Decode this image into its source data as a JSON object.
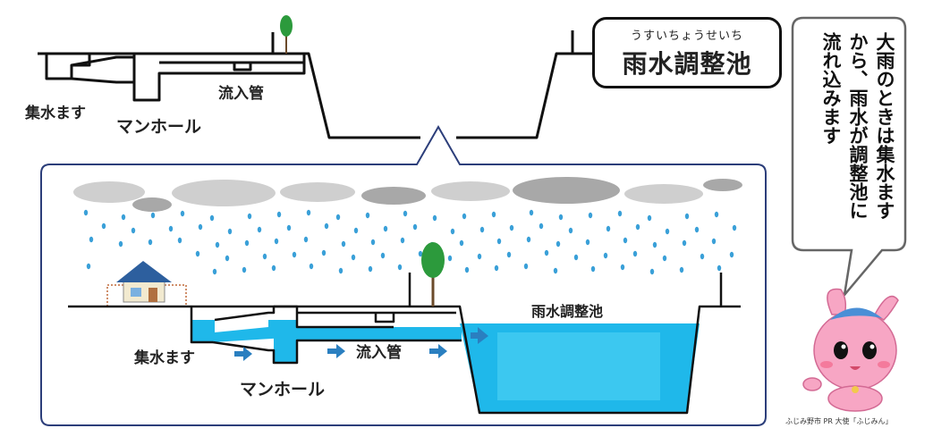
{
  "top_diagram": {
    "catch_basin": "集水ます",
    "manhole": "マンホール",
    "inflow_pipe": "流入管"
  },
  "title": {
    "ruby": "うすいちょうせいち",
    "main": "雨水調整池"
  },
  "speech_bubble": {
    "line1": "大雨のときは集水ます",
    "line2": "から、雨水が調整池に",
    "line3": "流れ込みます"
  },
  "detail_diagram": {
    "catch_basin": "集水ます",
    "manhole": "マンホール",
    "inflow_pipe": "流入管",
    "pond": "雨水調整池"
  },
  "mascot": {
    "caption": "ふじみ野市 PR 大使「ふじみん」"
  },
  "colors": {
    "water": "#1fb8ea",
    "water_deep": "#3cc8f0",
    "arrow": "#2a7fc0",
    "frame": "#2c3e7a",
    "rain": "#3aa0d8",
    "cloud_light": "#cfcfcf",
    "cloud_dark": "#a8a8a8",
    "tree": "#2c9a3c",
    "house_roof": "#2d5f9e",
    "mascot_pink": "#f7a6c4"
  }
}
